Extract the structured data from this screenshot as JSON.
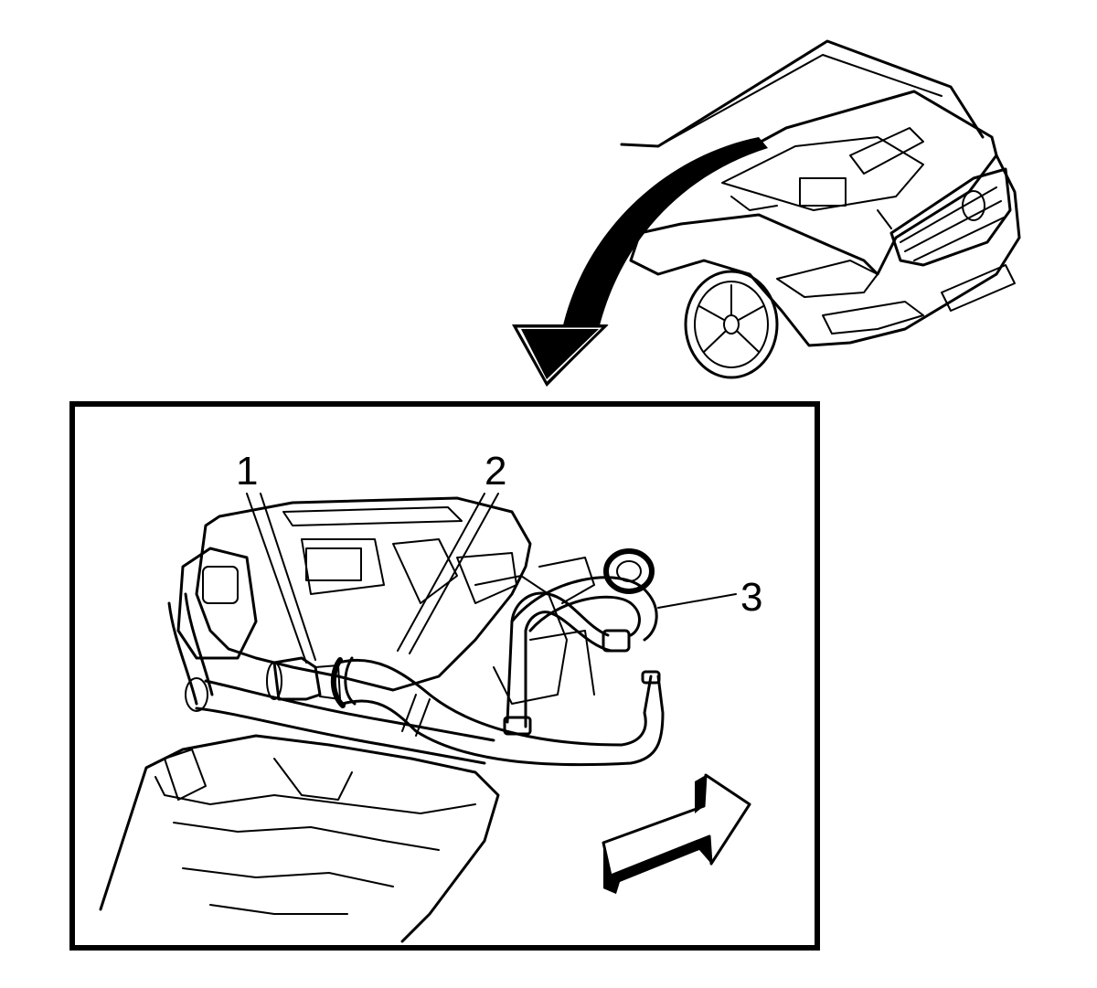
{
  "diagram": {
    "callouts": [
      {
        "id": "1",
        "label": "1"
      },
      {
        "id": "2",
        "label": "2"
      },
      {
        "id": "3",
        "label": "3"
      }
    ],
    "colors": {
      "ink": "#000000",
      "paper": "#ffffff"
    },
    "icons": [
      "vehicle-overview-icon",
      "detail-pointer-arrow-icon",
      "front-direction-arrow-icon"
    ]
  }
}
